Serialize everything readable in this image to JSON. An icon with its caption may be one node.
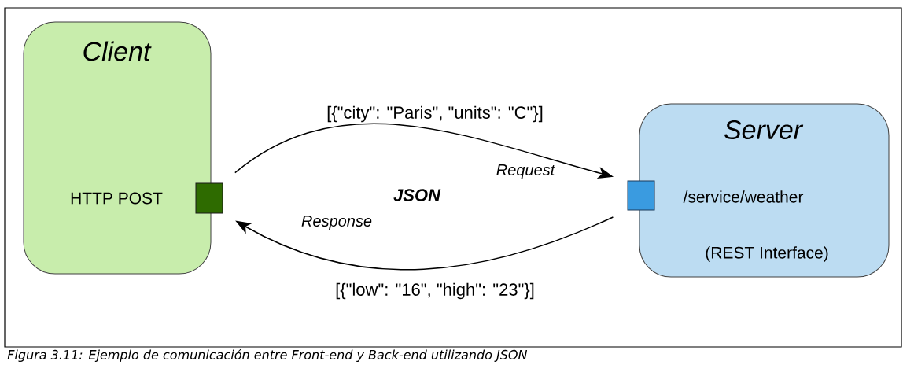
{
  "diagram": {
    "caption": "Figura 3.11: Ejemplo de comunicación entre Front-end y Back-end utilizando JSON",
    "nodes": [
      {
        "text": [
          "Client",
          "HTTP POST"
        ]
      },
      {
        "text": [],
        "shape": "box"
      },
      {
        "text": [
          "Server",
          "/service/weather",
          "(REST Interface)"
        ]
      },
      {
        "text": [],
        "shape": "box"
      }
    ],
    "edges": [
      {
        "from": 1,
        "to": 3,
        "arrow": "to",
        "label": "Request"
      },
      {
        "from": 3,
        "to": 1,
        "arrow": "to",
        "label": "Response"
      }
    ],
    "labels": [
      "[{\"city\": \"Paris\", \"units\": \"C\"}]",
      "JSON",
      "[{\"low\": \"16\", \"high\": \"23\"}]"
    ]
  }
}
